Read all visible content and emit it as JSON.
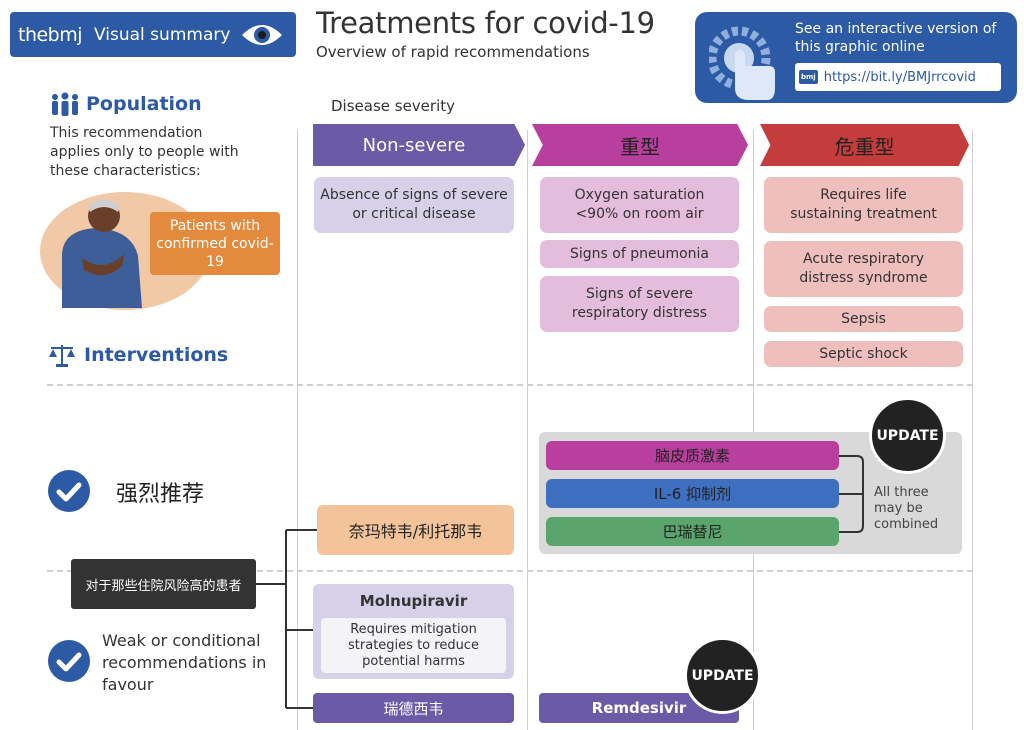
{
  "header": {
    "brand_logo": "thebmj",
    "brand_tag": "Visual summary",
    "title": "Treatments for covid-19",
    "subtitle": "Overview of rapid recommendations",
    "online_text": "See an interactive version of this graphic online",
    "online_url": "https://bit.ly/BMJrrcovid",
    "bmj_badge": "bmj"
  },
  "population": {
    "title": "Population",
    "text": "This recommendation applies only to people with these characteristics:",
    "patient_label": "Patients with confirmed covid-19"
  },
  "interventions": {
    "title": "Interventions"
  },
  "severity": {
    "label": "Disease severity",
    "columns": [
      "Non-severe",
      "重型",
      "危重型"
    ]
  },
  "characteristics": {
    "non_severe": [
      "Absence of signs of severe or critical disease"
    ],
    "severe": [
      "Oxygen saturation <90% on room air",
      "Signs of pneumonia",
      "Signs of severe respiratory distress"
    ],
    "critical": [
      "Requires life sustaining treatment",
      "Acute respiratory distress syndrome",
      "Sepsis",
      "Septic shock"
    ]
  },
  "strong": {
    "label": "强烈推荐",
    "drugs": [
      "脑皮质激素",
      "IL-6 抑制剂",
      "巴瑞替尼"
    ],
    "combined_note": "All three may be combined",
    "update": "UPDATE",
    "nirmatrelvir": "奈玛特韦/利托那韦"
  },
  "high_risk_label": "对于那些住院风险高的患者",
  "weak": {
    "label": "Weak or conditional recommendations in favour",
    "molnupiravir": "Molnupiravir",
    "molnupiravir_note": "Requires mitigation strategies to reduce potential harms",
    "remdesivir_ns": "瑞德西韦",
    "remdesivir_severe": "Remdesivir",
    "update": "UPDATE"
  },
  "colors": {
    "brand_blue": "#2c5aa5",
    "non_severe": "#6b5aa6",
    "severe": "#b83f9e",
    "critical": "#c53c3c"
  }
}
